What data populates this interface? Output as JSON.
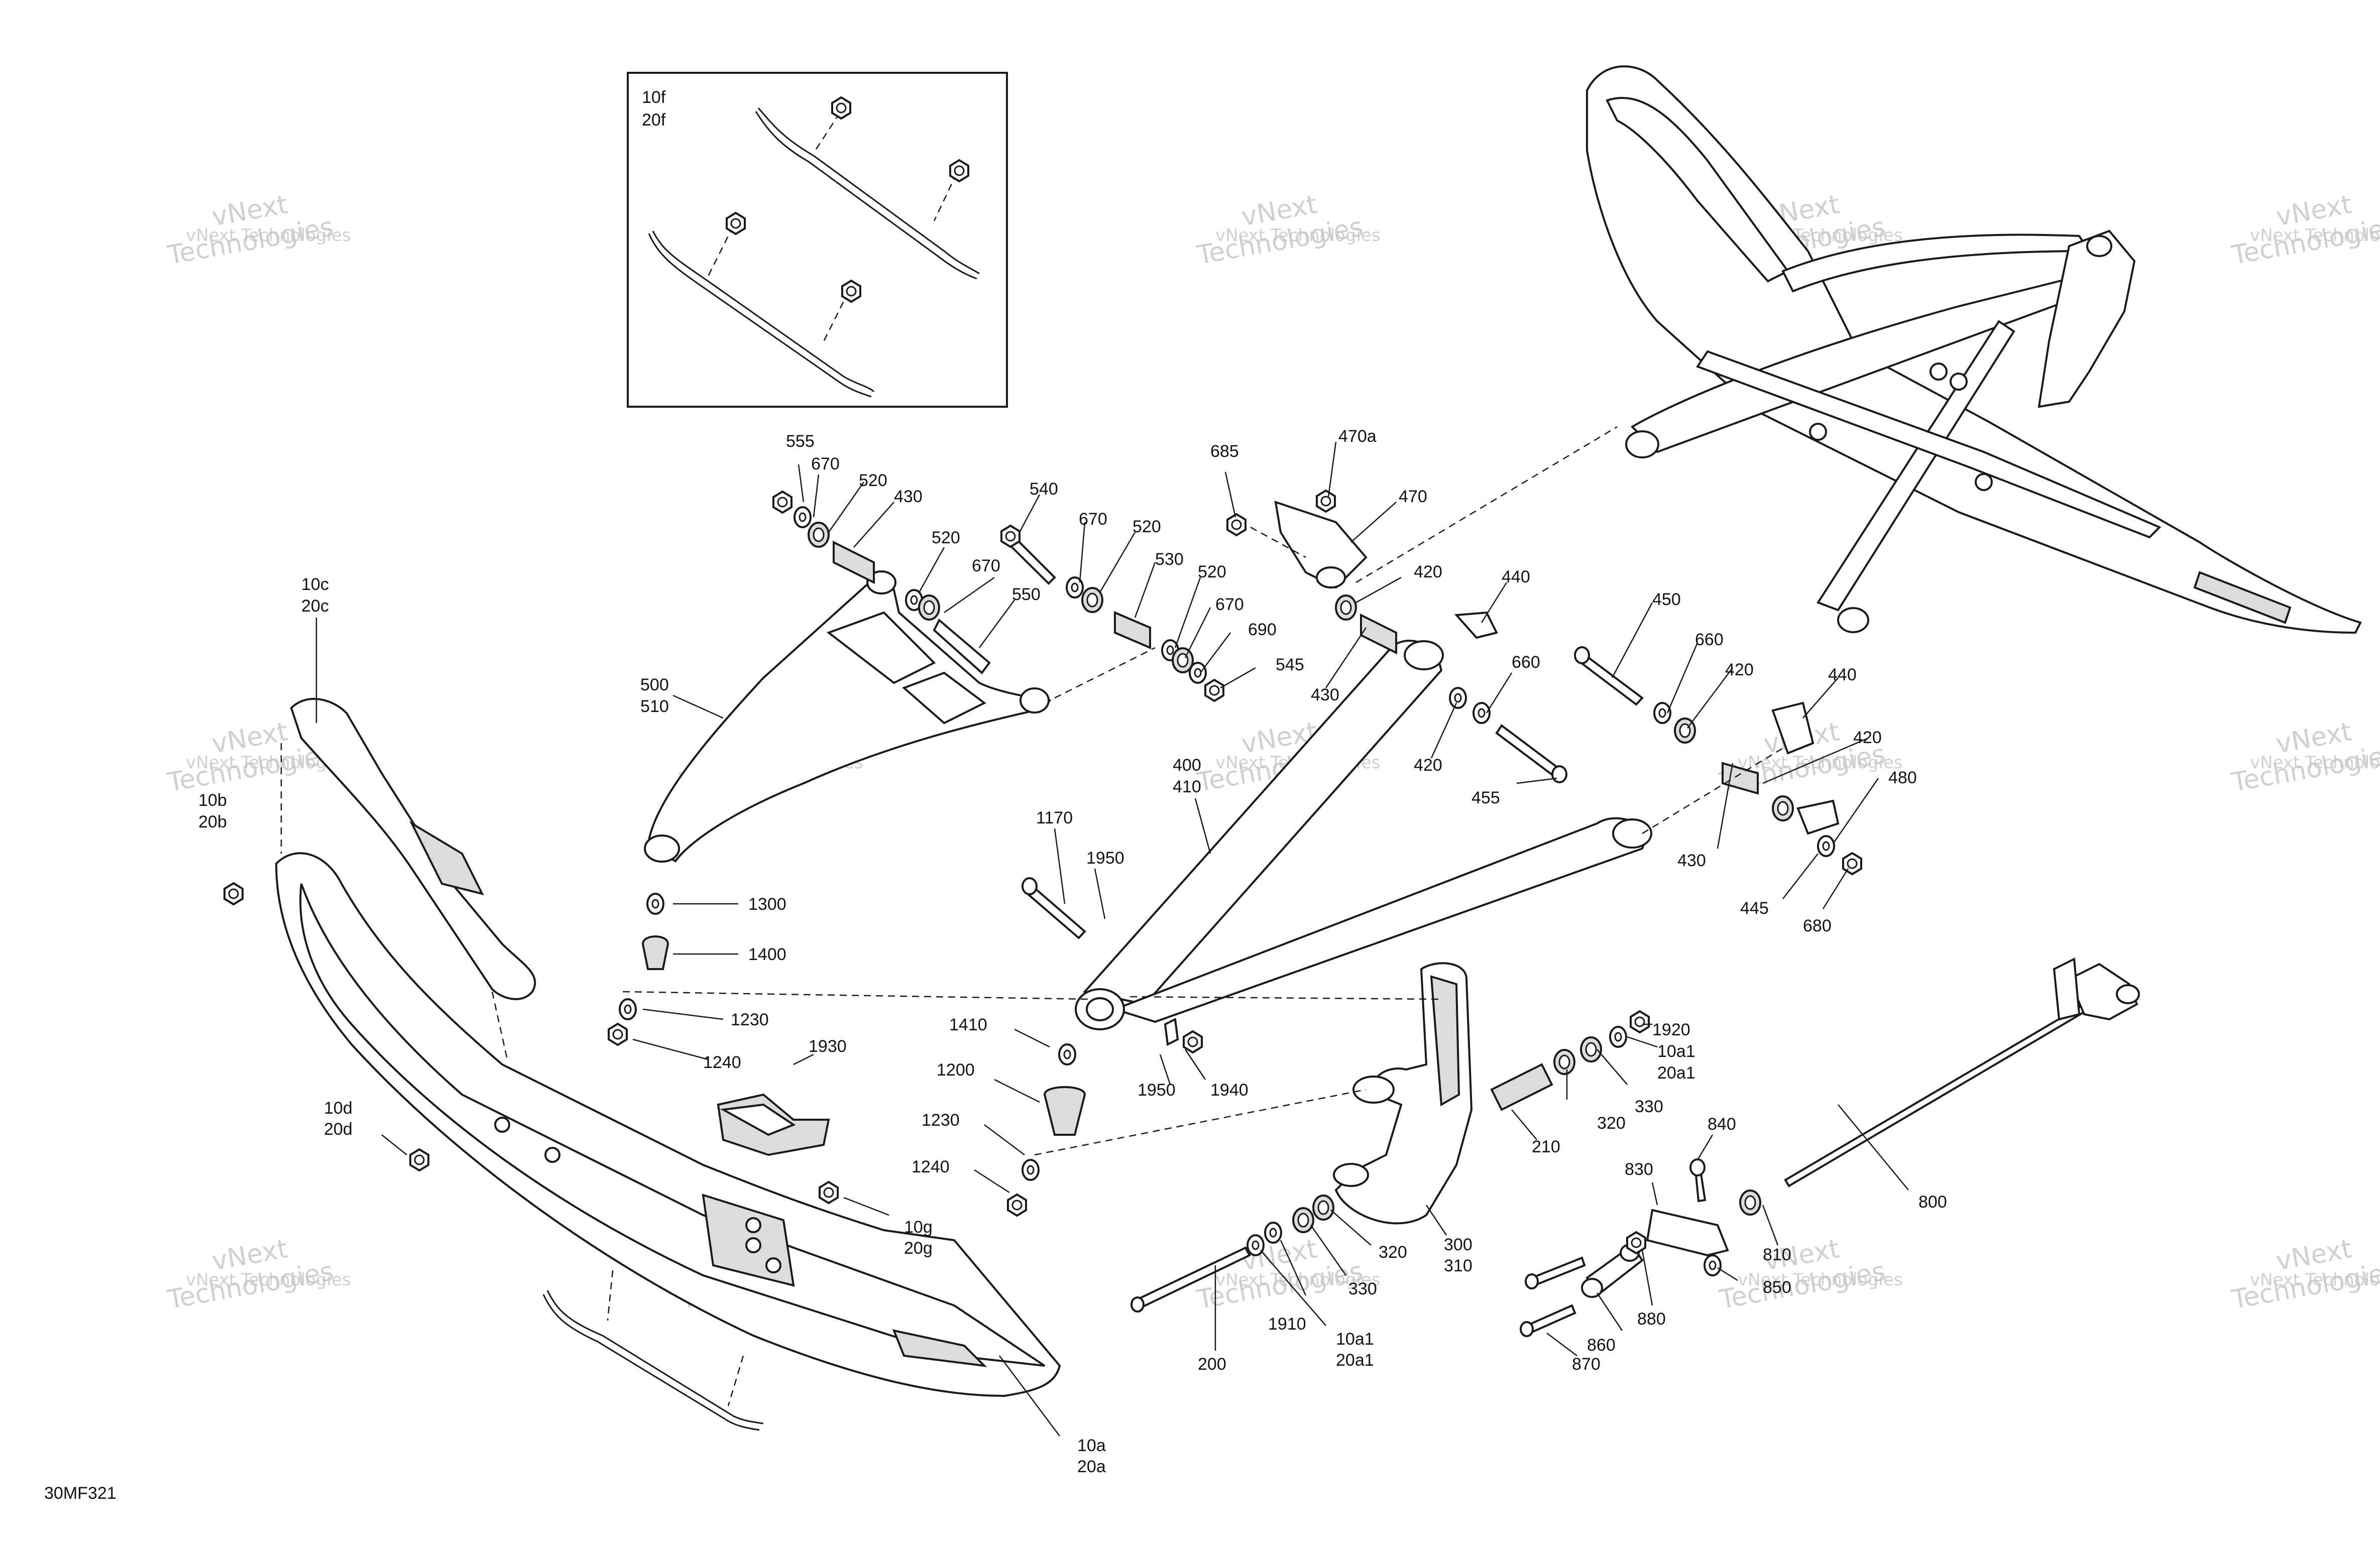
{
  "figure_code": "30MF321",
  "watermark": {
    "line1": "vNext Technologies",
    "line2": "vNext\nTechnologies"
  },
  "inset": {
    "label1": "10f",
    "label2": "20f"
  },
  "callouts": [
    {
      "id": "c555",
      "text": "555"
    },
    {
      "id": "c670a",
      "text": "670"
    },
    {
      "id": "c520a",
      "text": "520"
    },
    {
      "id": "c430a",
      "text": "430"
    },
    {
      "id": "c540",
      "text": "540"
    },
    {
      "id": "c670b",
      "text": "670"
    },
    {
      "id": "c520b",
      "text": "520"
    },
    {
      "id": "c520c",
      "text": "520"
    },
    {
      "id": "c670c",
      "text": "670"
    },
    {
      "id": "c550",
      "text": "550"
    },
    {
      "id": "c530",
      "text": "530"
    },
    {
      "id": "c520d",
      "text": "520"
    },
    {
      "id": "c670d",
      "text": "670"
    },
    {
      "id": "c690",
      "text": "690"
    },
    {
      "id": "c545",
      "text": "545"
    },
    {
      "id": "c685",
      "text": "685"
    },
    {
      "id": "c470a",
      "text": "470a"
    },
    {
      "id": "c470",
      "text": "470"
    },
    {
      "id": "c420a",
      "text": "420"
    },
    {
      "id": "c440a",
      "text": "440"
    },
    {
      "id": "c430b",
      "text": "430"
    },
    {
      "id": "c450",
      "text": "450"
    },
    {
      "id": "c660a",
      "text": "660"
    },
    {
      "id": "c420b",
      "text": "420"
    },
    {
      "id": "c660b",
      "text": "660"
    },
    {
      "id": "c420c",
      "text": "420"
    },
    {
      "id": "c455",
      "text": "455"
    },
    {
      "id": "c440b",
      "text": "440"
    },
    {
      "id": "c420d",
      "text": "420"
    },
    {
      "id": "c480",
      "text": "480"
    },
    {
      "id": "c430c",
      "text": "430"
    },
    {
      "id": "c445",
      "text": "445"
    },
    {
      "id": "c680",
      "text": "680"
    },
    {
      "id": "c10c",
      "text": "10c"
    },
    {
      "id": "c20c",
      "text": "20c"
    },
    {
      "id": "c500",
      "text": "500"
    },
    {
      "id": "c510",
      "text": "510"
    },
    {
      "id": "c10b",
      "text": "10b"
    },
    {
      "id": "c20b",
      "text": "20b"
    },
    {
      "id": "c400",
      "text": "400"
    },
    {
      "id": "c410",
      "text": "410"
    },
    {
      "id": "c1170",
      "text": "1170"
    },
    {
      "id": "c1950a",
      "text": "1950"
    },
    {
      "id": "c1300",
      "text": "1300"
    },
    {
      "id": "c1400",
      "text": "1400"
    },
    {
      "id": "c1230a",
      "text": "1230"
    },
    {
      "id": "c1240a",
      "text": "1240"
    },
    {
      "id": "c1930",
      "text": "1930"
    },
    {
      "id": "c1410",
      "text": "1410"
    },
    {
      "id": "c1200",
      "text": "1200"
    },
    {
      "id": "c1230b",
      "text": "1230"
    },
    {
      "id": "c1240b",
      "text": "1240"
    },
    {
      "id": "c1950b",
      "text": "1950"
    },
    {
      "id": "c1940",
      "text": "1940"
    },
    {
      "id": "c10d",
      "text": "10d"
    },
    {
      "id": "c20d",
      "text": "20d"
    },
    {
      "id": "c10g",
      "text": "10g"
    },
    {
      "id": "c20g",
      "text": "20g"
    },
    {
      "id": "c1920",
      "text": "1920"
    },
    {
      "id": "c10a1a",
      "text": "10a1"
    },
    {
      "id": "c20a1a",
      "text": "20a1"
    },
    {
      "id": "c320a",
      "text": "320"
    },
    {
      "id": "c330a",
      "text": "330"
    },
    {
      "id": "c210",
      "text": "210"
    },
    {
      "id": "c300",
      "text": "300"
    },
    {
      "id": "c310",
      "text": "310"
    },
    {
      "id": "c320b",
      "text": "320"
    },
    {
      "id": "c330b",
      "text": "330"
    },
    {
      "id": "c1910",
      "text": "1910"
    },
    {
      "id": "c10a1b",
      "text": "10a1"
    },
    {
      "id": "c20a1b",
      "text": "20a1"
    },
    {
      "id": "c200",
      "text": "200"
    },
    {
      "id": "c840",
      "text": "840"
    },
    {
      "id": "c830",
      "text": "830"
    },
    {
      "id": "c810",
      "text": "810"
    },
    {
      "id": "c850",
      "text": "850"
    },
    {
      "id": "c800",
      "text": "800"
    },
    {
      "id": "c880",
      "text": "880"
    },
    {
      "id": "c860",
      "text": "860"
    },
    {
      "id": "c870",
      "text": "870"
    },
    {
      "id": "c10a",
      "text": "10a"
    },
    {
      "id": "c20a",
      "text": "20a"
    }
  ]
}
